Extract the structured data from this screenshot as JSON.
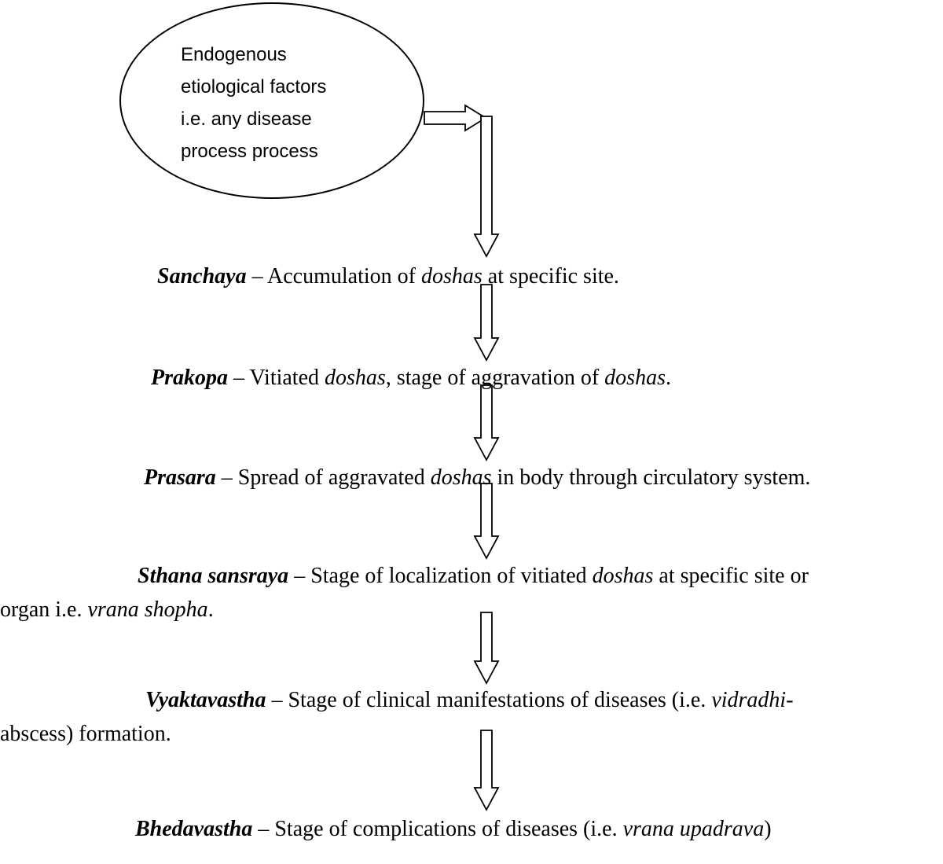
{
  "colors": {
    "background": "#ffffff",
    "ink": "#000000"
  },
  "ellipse": {
    "lines": [
      "Endogenous",
      "etiological factors",
      "i.e. any disease",
      "process process"
    ]
  },
  "stages": [
    {
      "id": "sanchaya",
      "lines": [
        [
          {
            "t": "Sanchaya",
            "s": "bi"
          },
          {
            "t": " – Accumulation of ",
            "s": "n"
          },
          {
            "t": "doshas",
            "s": "i"
          },
          {
            "t": " at specific site.",
            "s": "n"
          }
        ]
      ]
    },
    {
      "id": "prakopa",
      "lines": [
        [
          {
            "t": "Prakopa",
            "s": "bi"
          },
          {
            "t": " – Vitiated ",
            "s": "n"
          },
          {
            "t": "doshas",
            "s": "i"
          },
          {
            "t": ", stage of aggravation of ",
            "s": "n"
          },
          {
            "t": "doshas",
            "s": "i"
          },
          {
            "t": ".",
            "s": "n"
          }
        ]
      ]
    },
    {
      "id": "prasara",
      "lines": [
        [
          {
            "t": "Prasara",
            "s": "bi"
          },
          {
            "t": " – Spread of aggravated ",
            "s": "n"
          },
          {
            "t": "doshas",
            "s": "i"
          },
          {
            "t": " in body through circulatory system.",
            "s": "n"
          }
        ]
      ]
    },
    {
      "id": "sthana-sansraya",
      "lines": [
        [
          {
            "t": "Sthana sansraya",
            "s": "bi"
          },
          {
            "t": " – Stage of localization of vitiated ",
            "s": "n"
          },
          {
            "t": "doshas",
            "s": "i"
          },
          {
            "t": " at specific site or",
            "s": "n"
          }
        ],
        [
          {
            "t": "organ i.e. ",
            "s": "n"
          },
          {
            "t": "vrana shopha",
            "s": "i"
          },
          {
            "t": ".",
            "s": "n"
          }
        ]
      ]
    },
    {
      "id": "vyaktavastha",
      "lines": [
        [
          {
            "t": "Vyaktavastha",
            "s": "bi"
          },
          {
            "t": " – Stage of clinical manifestations of diseases (i.e. ",
            "s": "n"
          },
          {
            "t": "vidradhi-",
            "s": "i"
          }
        ],
        [
          {
            "t": "abscess) formation.",
            "s": "n"
          }
        ]
      ]
    },
    {
      "id": "bhedavastha",
      "lines": [
        [
          {
            "t": "Bhedavastha",
            "s": "bi"
          },
          {
            "t": " – Stage of complications of diseases (i.e. ",
            "s": "n"
          },
          {
            "t": "vrana upadrava",
            "s": "i"
          },
          {
            "t": ")",
            "s": "n"
          }
        ]
      ]
    }
  ]
}
